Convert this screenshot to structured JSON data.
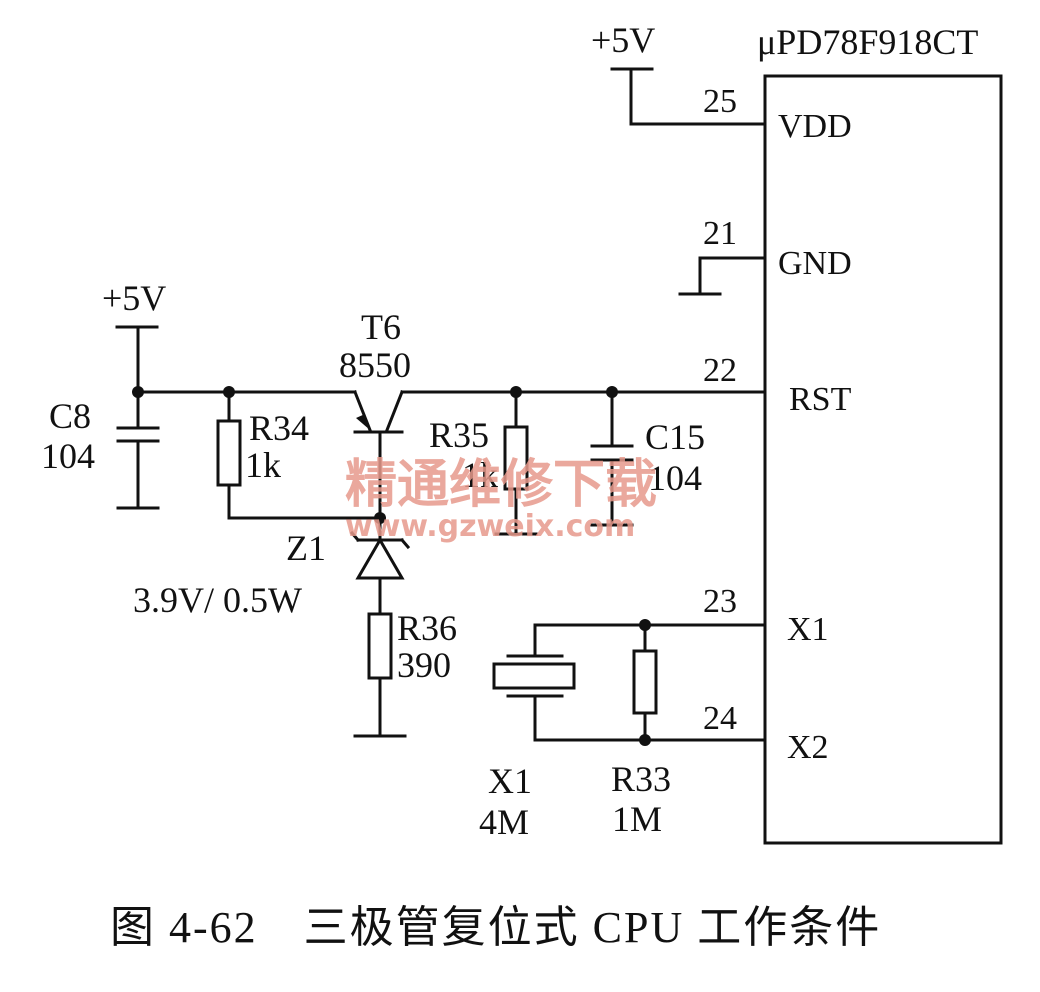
{
  "chip": {
    "part": "μPD78F918CT",
    "pins": [
      {
        "num": "25",
        "name": "VDD"
      },
      {
        "num": "21",
        "name": "GND"
      },
      {
        "num": "22",
        "name": "RST"
      },
      {
        "num": "23",
        "name": "X1"
      },
      {
        "num": "24",
        "name": "X2"
      }
    ]
  },
  "power": {
    "vdd_label": "+5V",
    "left_label": "+5V"
  },
  "components": {
    "c8": {
      "ref": "C8",
      "value": "104"
    },
    "r34": {
      "ref": "R34",
      "value": "1k"
    },
    "t6": {
      "ref": "T6",
      "value": "8550"
    },
    "r35": {
      "ref": "R35",
      "value": "1k"
    },
    "c15": {
      "ref": "C15",
      "value": "104"
    },
    "z1": {
      "ref": "Z1",
      "value": "3.9V/ 0.5W"
    },
    "r36": {
      "ref": "R36",
      "value": "390"
    },
    "x1": {
      "ref": "X1",
      "value": "4M"
    },
    "r33": {
      "ref": "R33",
      "value": "1M"
    }
  },
  "watermark": {
    "title": "精通维修下载",
    "url": "www.gzweix.com"
  },
  "caption": "图 4-62　三极管复位式 CPU 工作条件",
  "colors": {
    "ink": "#111111",
    "watermark": "#e79a8c",
    "background": "#ffffff"
  }
}
